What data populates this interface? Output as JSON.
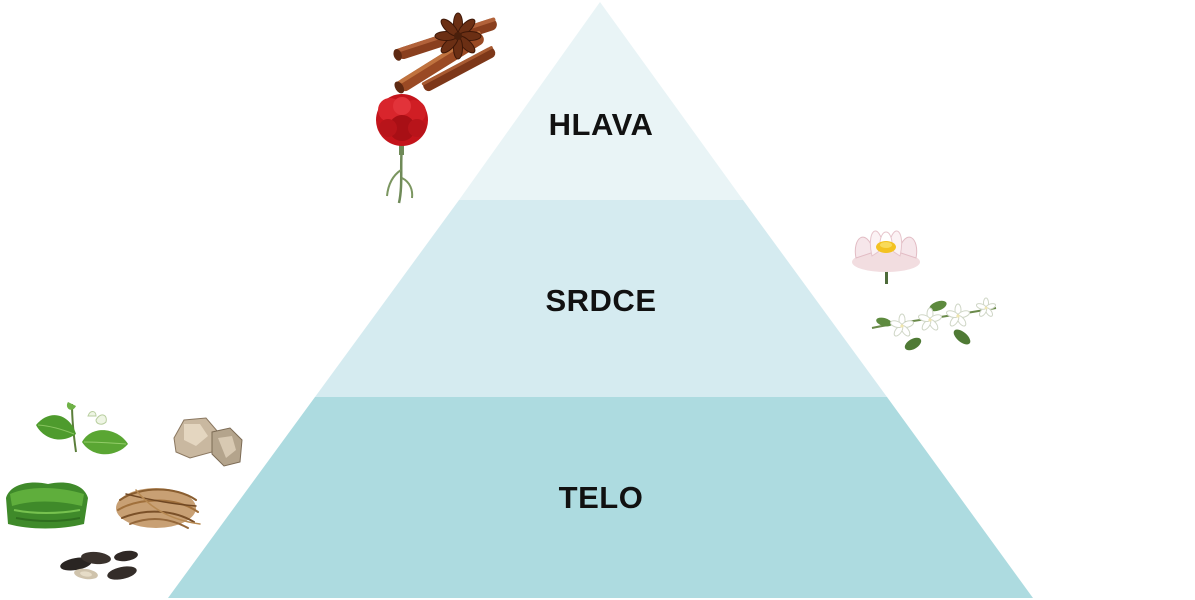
{
  "pyramid": {
    "tiers": [
      {
        "id": "top",
        "label": "HLAVA",
        "color": "#e9f4f6"
      },
      {
        "id": "middle",
        "label": "SRDCE",
        "color": "#d5ebf0"
      },
      {
        "id": "bottom",
        "label": "TELO",
        "color": "#addbe0"
      }
    ]
  },
  "ingredients": {
    "top": [
      "cinnamon-star-anise-icon",
      "carnation-icon"
    ],
    "middle": [
      "water-lily-icon",
      "jasmine-icon"
    ],
    "bottom": [
      "tea-leaves-icon",
      "resin-icon",
      "moss-icon",
      "vetiver-root-icon",
      "tonka-bean-icon"
    ]
  }
}
